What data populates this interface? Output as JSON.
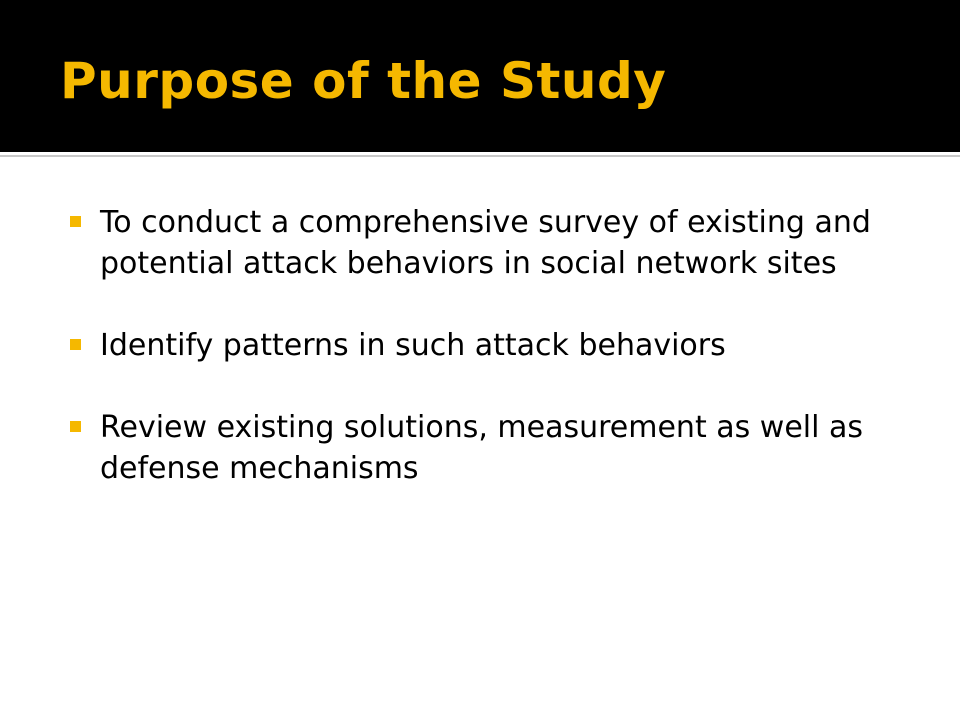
{
  "slide": {
    "title": "Purpose of the Study",
    "accent_color": "#f5b800",
    "header_background": "#000000",
    "body_background": "#ffffff",
    "bullet_icon": "square-bullet-icon",
    "bullets": [
      {
        "text": "To conduct a comprehensive survey of existing and potential attack behaviors in social network sites"
      },
      {
        "text": "Identify patterns in such attack behaviors"
      },
      {
        "text": "Review existing solutions, measurement as well as defense mechanisms"
      }
    ]
  }
}
